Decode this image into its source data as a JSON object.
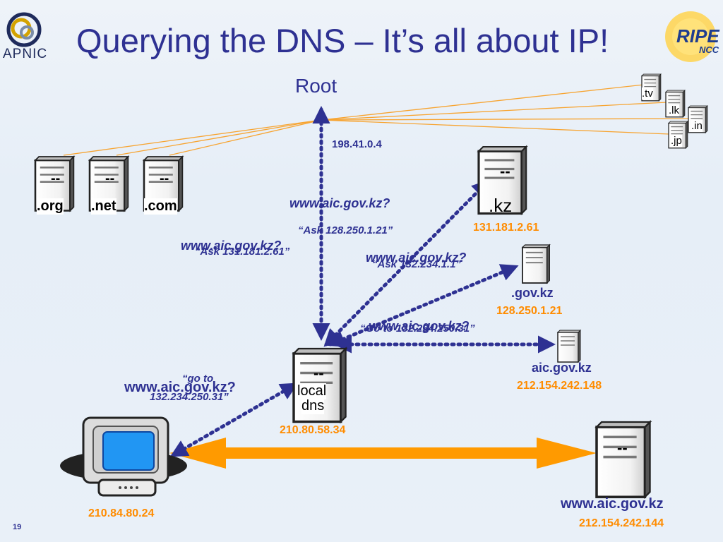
{
  "title": "Querying the DNS – It’s all about IP!",
  "page_number": "19",
  "logos": {
    "apnic": "APNIC",
    "ripe": "RIPE",
    "ripe_ncc": "NCC"
  },
  "root": {
    "label": "Root",
    "ip": "198.41.0.4"
  },
  "tlds_left": [
    ".org",
    ".net",
    ".com"
  ],
  "tlds_right": [
    ".tv",
    ".lk",
    ".in",
    ".jp"
  ],
  "kz": {
    "label": ".kz",
    "ip": "131.181.2.61"
  },
  "govkz": {
    "label": ".gov.kz",
    "ip": "128.250.1.21"
  },
  "aicgovkz": {
    "label": "aic.gov.kz",
    "ip": "212.154.242.148"
  },
  "local_dns": {
    "label_line1": "local",
    "label_line2": "dns",
    "ip": "210.80.58.34"
  },
  "client": {
    "ip": "210.84.80.24"
  },
  "web_server": {
    "label": "www.aic.gov.kz",
    "ip": "212.154.242.144"
  },
  "server_dash": "--",
  "queries": {
    "to_root": "www.aic.gov.kz?",
    "to_kz": "www.aic.gov.kz?",
    "to_govkz": "www.aic.gov.kz?",
    "to_aic": "www.aic.gov.kz?",
    "client": "www.aic.gov.kz?"
  },
  "answers": {
    "root": "“Ask 131.181.2.61”",
    "kz": "“Ask 128.250.1.21”",
    "govkz": "“Ask 132.234.1.1”",
    "aic": "“Go to 132.234.250.31”",
    "local_line1": "“go to",
    "local_line2": "132.234.250.31”"
  }
}
